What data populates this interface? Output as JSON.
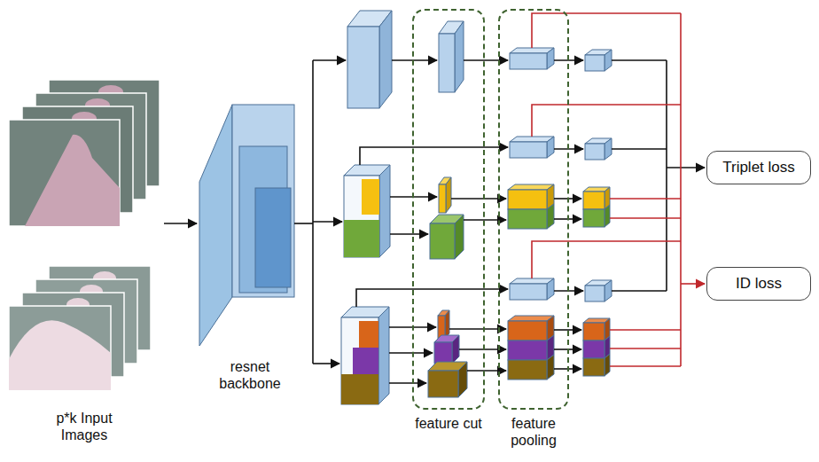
{
  "diagram": {
    "nodes": [
      {
        "text": [
          "p*k Input Images"
        ]
      },
      {
        "text": [
          "resnet backbone"
        ]
      },
      {
        "text": [
          "feature cut"
        ]
      },
      {
        "text": [
          "feature pooling"
        ]
      },
      {
        "text": [
          "Triplet loss"
        ]
      },
      {
        "text": [
          "ID loss"
        ]
      }
    ],
    "edges": [
      {
        "from": 0,
        "to": 1,
        "arrow": "to"
      }
    ]
  }
}
